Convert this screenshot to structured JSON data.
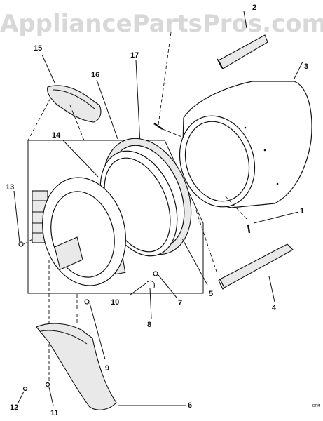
{
  "watermark": "AppliancePartsPros.com",
  "corner_code": "DRM",
  "callouts": [
    "1",
    "2",
    "3",
    "4",
    "5",
    "6",
    "7",
    "8",
    "9",
    "10",
    "11",
    "12",
    "13",
    "14",
    "15",
    "16",
    "17"
  ]
}
